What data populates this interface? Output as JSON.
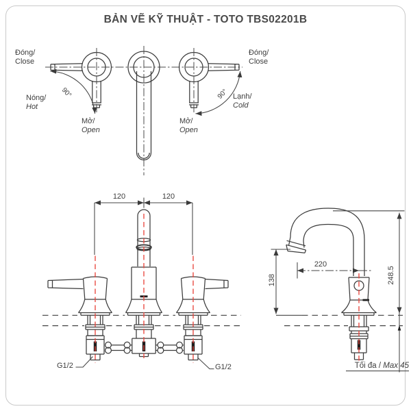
{
  "title": "BẢN VẼ KỸ THUẬT - TOTO TBS02201B",
  "colors": {
    "centerline_red": "#e8453c",
    "line": "#3b3b3b",
    "border": "#c9c9c9"
  },
  "top_view": {
    "close_left": {
      "l1": "Đóng/",
      "l2": "Close"
    },
    "close_right": {
      "l1": "Đóng/",
      "l2": "Close"
    },
    "hot": {
      "l1": "Nóng/",
      "l2": "Hot"
    },
    "cold": {
      "l1": "Lạnh/",
      "l2": "Cold"
    },
    "open_left": {
      "l1": "Mở/",
      "l2": "Open"
    },
    "open_right": {
      "l1": "Mở/",
      "l2": "Open"
    },
    "angle_left": "90°",
    "angle_right": "90°"
  },
  "front_view": {
    "dim_spacing_left": "120",
    "dim_spacing_right": "120",
    "thread_left": "G1/2",
    "thread_right": "G1/2"
  },
  "side_view": {
    "dim_reach": "220",
    "dim_spout_height": "138",
    "dim_total_height": "248.5",
    "max_label_vi": "Tối đa / ",
    "max_label_en": "Max 45"
  }
}
